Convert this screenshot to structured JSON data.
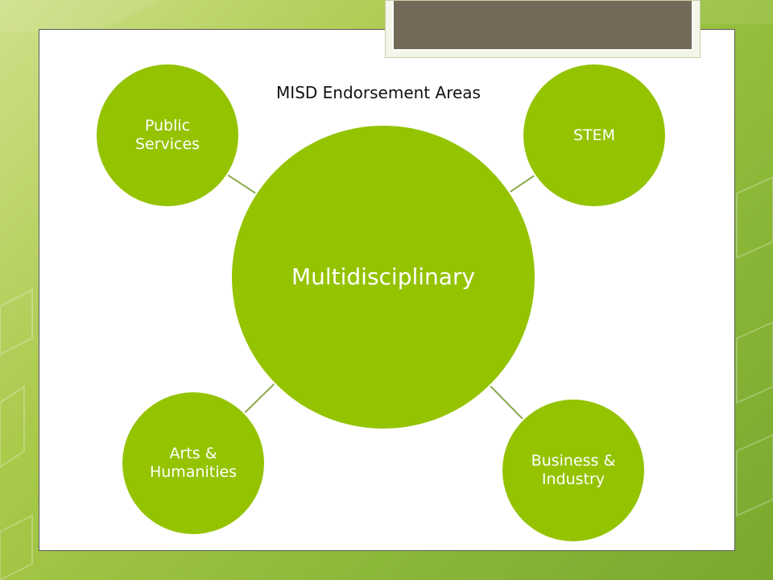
{
  "diagram": {
    "title": "MISD Endorsement Areas",
    "center": {
      "label": "Multidisciplinary"
    },
    "nodes": [
      {
        "id": "public-services",
        "label": "Public\nServices"
      },
      {
        "id": "stem",
        "label": "STEM"
      },
      {
        "id": "arts-humanities",
        "label": "Arts &\nHumanities"
      },
      {
        "id": "business-industry",
        "label": "Business &\nIndustry"
      }
    ],
    "colors": {
      "node_fill": "#94c300",
      "connector": "#8aa84a",
      "text": "#ffffff"
    }
  }
}
